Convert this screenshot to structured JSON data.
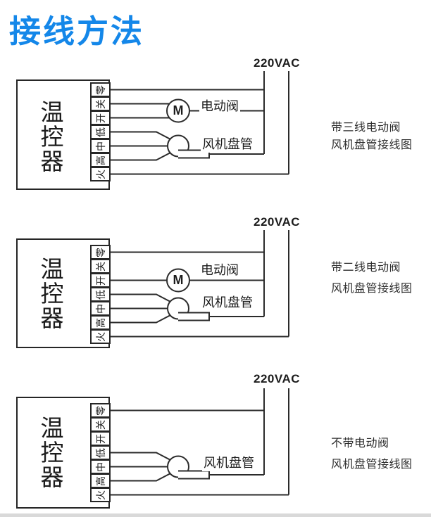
{
  "title": "接线方法",
  "power_label": "220VAC",
  "controller": {
    "label": "温控器",
    "terminals": [
      "零",
      "关",
      "开",
      "低",
      "中",
      "高",
      "火"
    ]
  },
  "diagrams": [
    {
      "valve_label": "电动阀",
      "motor_symbol": "M",
      "fan_label": "风机盘管",
      "caption_line1": "带三线电动阀",
      "caption_line2": "风机盘管接线图"
    },
    {
      "valve_label": "电动阀",
      "motor_symbol": "M",
      "fan_label": "风机盘管",
      "caption_line1": "带二线电动阀",
      "caption_line2": "风机盘管接线图"
    },
    {
      "fan_label": "风机盘管",
      "caption_line1": "不带电动阀",
      "caption_line2": "风机盘管接线图"
    }
  ],
  "colors": {
    "title_blue": "#1487e9",
    "line_color": "#2b2b2b",
    "background": "#ffffff"
  }
}
